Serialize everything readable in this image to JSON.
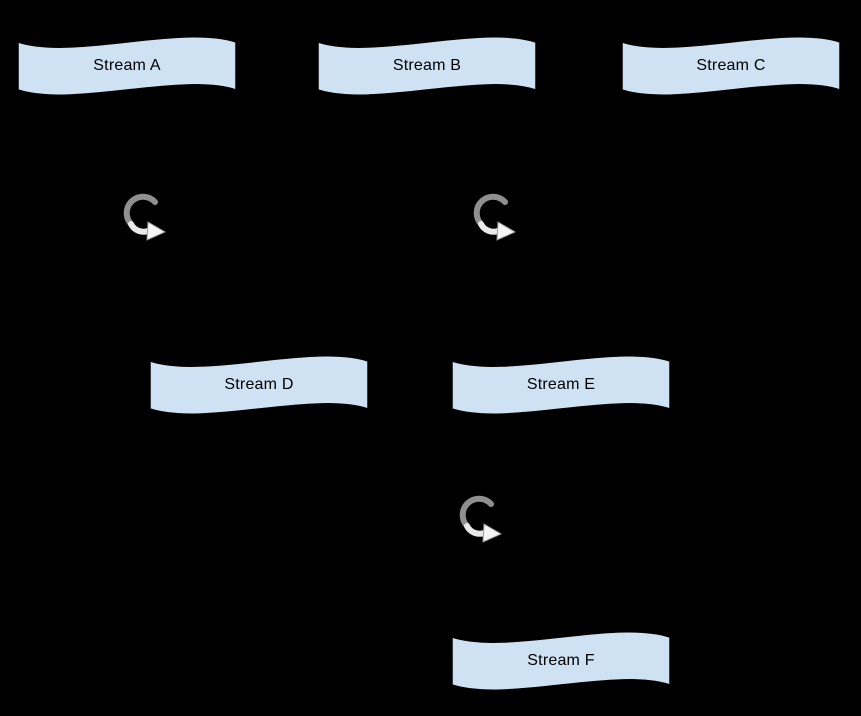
{
  "diagram": {
    "background_color": "#000000",
    "node_fill_color": "#cfe2f3",
    "node_border_color": "#000000",
    "label_color": "#000000",
    "nodes": [
      {
        "id": "A",
        "label": "Stream A"
      },
      {
        "id": "B",
        "label": "Stream B"
      },
      {
        "id": "C",
        "label": "Stream C"
      },
      {
        "id": "D",
        "label": "Stream D"
      },
      {
        "id": "E",
        "label": "Stream E"
      },
      {
        "id": "F",
        "label": "Stream F"
      }
    ],
    "icons": [
      {
        "id": "loop-1",
        "name": "loop-arrow-icon"
      },
      {
        "id": "loop-2",
        "name": "loop-arrow-icon"
      },
      {
        "id": "loop-3",
        "name": "loop-arrow-icon"
      }
    ]
  }
}
